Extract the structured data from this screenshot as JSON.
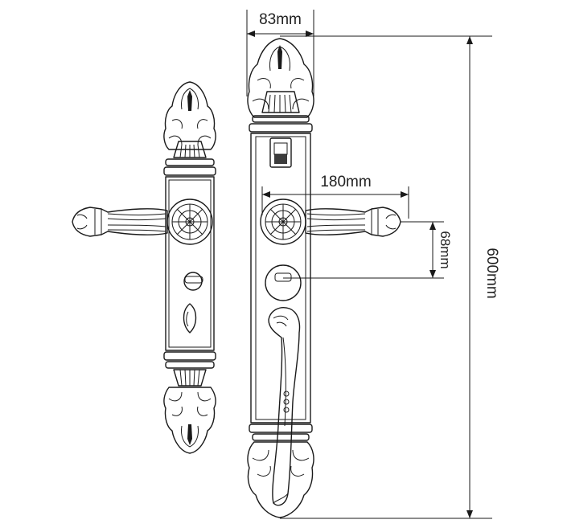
{
  "dimensions": {
    "width_top": "83mm",
    "handle_span": "180mm",
    "spindle_offset": "68mm",
    "total_height": "600mm"
  },
  "colors": {
    "line": "#1a1a1a",
    "background": "#ffffff"
  }
}
